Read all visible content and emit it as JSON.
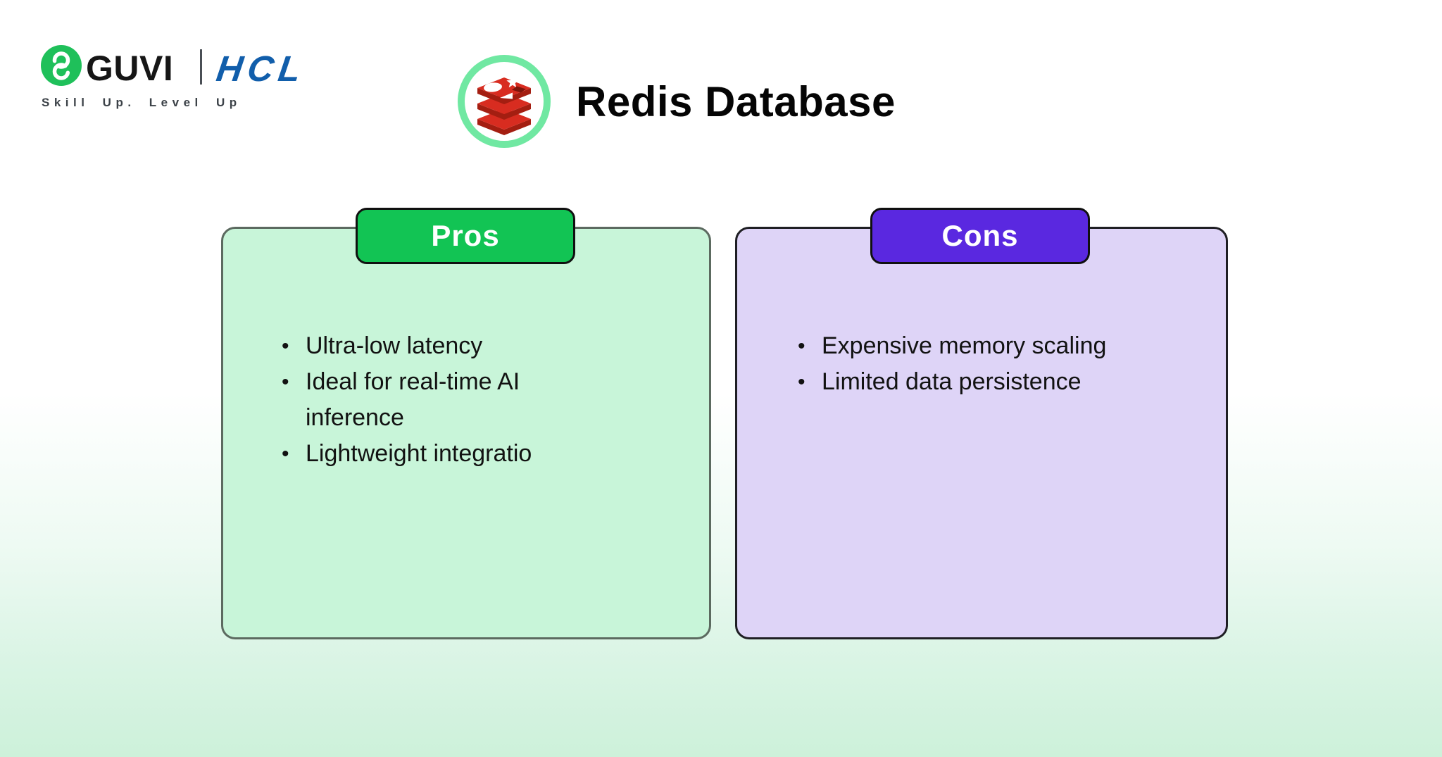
{
  "brand": {
    "guvi_wordmark": "GUVI",
    "hcl_wordmark": "HCL",
    "tagline": "Skill Up. Level Up"
  },
  "slide": {
    "title": "Redis Database"
  },
  "pros_card": {
    "badge_label": "Pros",
    "items": [
      "Ultra-low latency",
      "Ideal for real-time AI inference",
      "Lightweight integratio"
    ]
  },
  "cons_card": {
    "badge_label": "Cons",
    "items": [
      "Expensive memory scaling",
      "Limited data persistence"
    ]
  },
  "icons": {
    "guvi_mark": "guvi-g-monogram",
    "redis_logo": "redis-database-stack"
  },
  "colors": {
    "pros_badge_green": "#12c454",
    "cons_badge_purple": "#5a28e0",
    "pros_card_bg": "#c8f5d9",
    "cons_card_bg": "#ded4f7",
    "pros_card_border": "#5c6a60",
    "cons_card_border": "#1f1f24",
    "page_gradient_bottom": "#cdf1da",
    "guvi_green": "#1fc05a",
    "hcl_blue": "#115eab",
    "redis_red": "#d82c20",
    "redis_dark_red": "#a41e11",
    "redis_ring_green": "#70e8a2",
    "tagline_gray": "#3c4248"
  }
}
